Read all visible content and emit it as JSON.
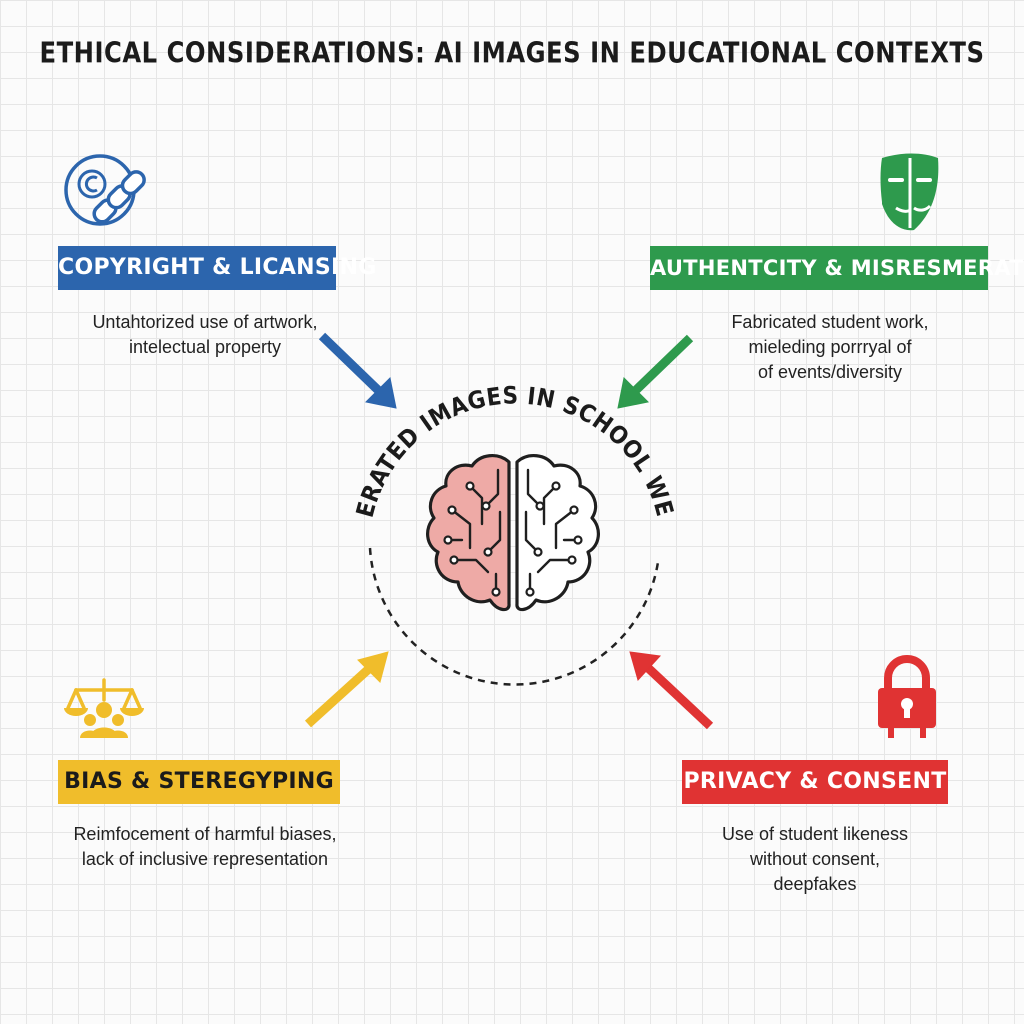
{
  "title": "ETHICAL CONSIDERATIONS: AI IMAGES IN EDUCATIONAL CONTEXTS",
  "center": {
    "label": "AI-GENERATED IMAGES IN SCHOOL WEBSITES",
    "icon": "brain-circuit-icon"
  },
  "categories": [
    {
      "id": "copyright",
      "label": "COPYRIGHT & LICANSING",
      "desc_lines": [
        "Untahtorized use of artwork,",
        "intelectual property"
      ],
      "color": "#2c65ad",
      "icon": "copyright-chain-icon"
    },
    {
      "id": "authenticity",
      "label": "AUTHENTCITY & MISRESMERATION",
      "desc_lines": [
        "Fabricated student work,",
        "mieleding porrryal of",
        "of events/diversity"
      ],
      "color": "#2e9a4d",
      "icon": "mask-icon"
    },
    {
      "id": "bias",
      "label": "BIAS & STEREGYPING",
      "desc_lines": [
        "Reimfocement of harmful biases,",
        "lack of inclusive representation"
      ],
      "color": "#f0bd2b",
      "icon": "scales-people-icon"
    },
    {
      "id": "privacy",
      "label": "PRIVACY & CONSENT",
      "desc_lines": [
        "Use of student likeness",
        "without consent,",
        "deepfakes"
      ],
      "color": "#e03333",
      "icon": "padlock-icon"
    }
  ]
}
